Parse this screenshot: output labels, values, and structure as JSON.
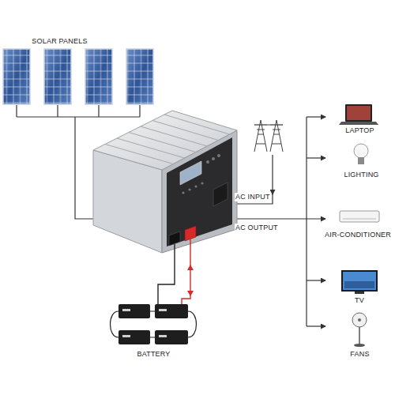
{
  "diagram": {
    "nodes": [
      {
        "text": [
          "SOLAR PANELS"
        ]
      },
      {
        "text": [
          "LAPTOP"
        ]
      },
      {
        "text": [
          "LIGHTING"
        ]
      },
      {
        "text": [
          "AIR-CONDITIONER"
        ]
      },
      {
        "text": [
          "TV"
        ]
      },
      {
        "text": [
          "FANS"
        ]
      },
      {
        "text": [
          "BATTERY"
        ]
      }
    ],
    "labels": [
      "AC INPUT",
      "AC OUTPUT"
    ]
  }
}
